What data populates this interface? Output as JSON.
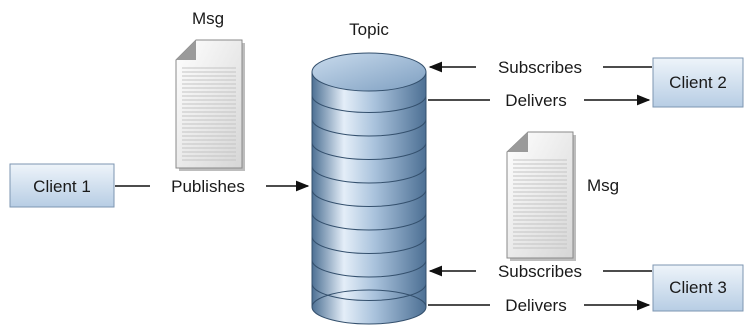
{
  "topic": {
    "label": "Topic",
    "segments": 10
  },
  "clients": [
    {
      "id": "client1",
      "label": "Client 1"
    },
    {
      "id": "client2",
      "label": "Client 2"
    },
    {
      "id": "client3",
      "label": "Client 3"
    }
  ],
  "messages": [
    {
      "id": "msg1",
      "label": "Msg"
    },
    {
      "id": "msg2",
      "label": "Msg"
    }
  ],
  "edges": {
    "publishes": "Publishes",
    "subscribes_top": "Subscribes",
    "delivers_top": "Delivers",
    "subscribes_bottom": "Subscribes",
    "delivers_bottom": "Delivers"
  },
  "colors": {
    "box_fill_top": "#eef4fa",
    "box_fill_bottom": "#b7cde4",
    "box_stroke": "#7d96b1",
    "cyl_light": "#e4eef8",
    "cyl_mid": "#8fb0cf",
    "cyl_dark": "#4d7094",
    "cyl_stroke": "#34506d",
    "arrow": "#111111"
  }
}
